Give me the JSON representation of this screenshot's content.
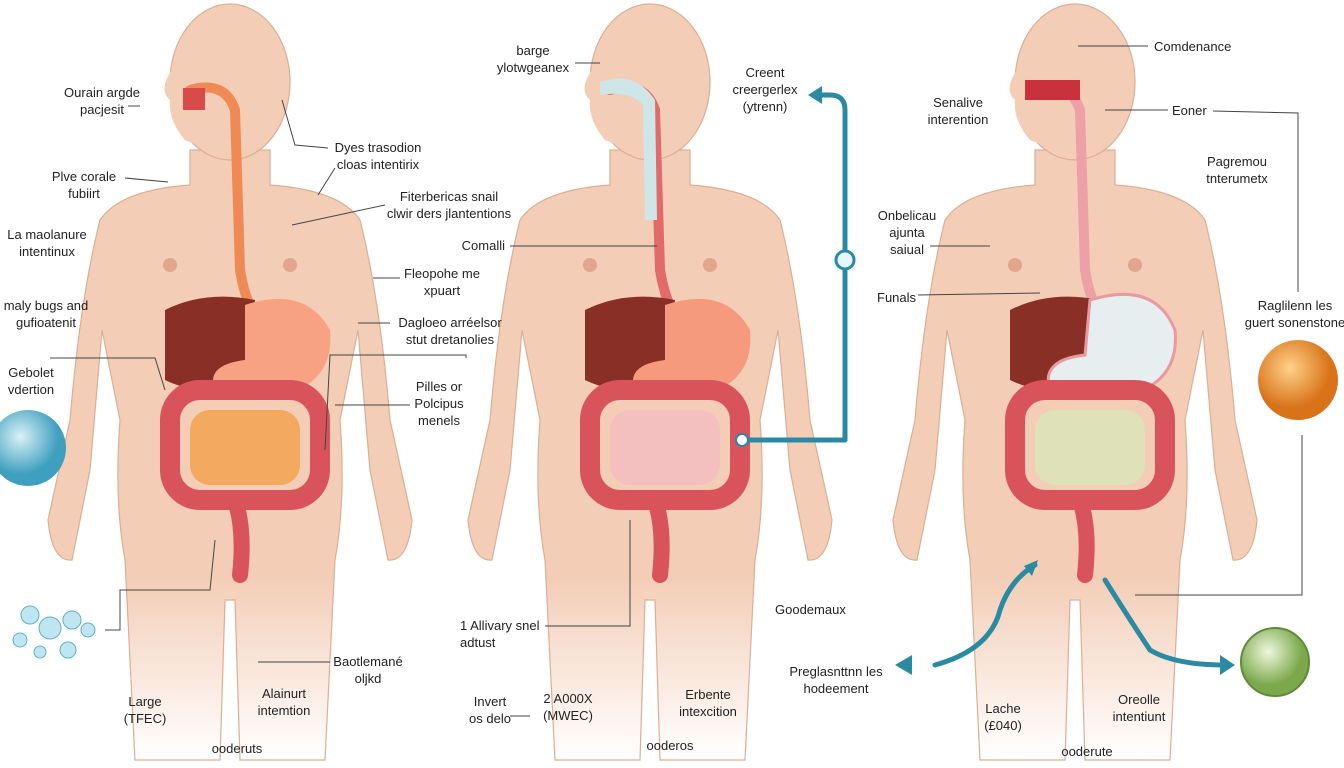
{
  "colors": {
    "skin": "#f3cdb6",
    "skin_edge": "#d9a68a",
    "colon": "#d9545a",
    "liver": "#8a2f26",
    "stomach": "#f59a80",
    "teal": "#2a8aa3"
  },
  "figure1": {
    "labels": [
      [
        "Ourain argde",
        "pacjesit"
      ],
      [
        "Dyes trasodion",
        "cloas intentirix"
      ],
      [
        "Plve corale",
        "fubiirt"
      ],
      [
        "Fiterbericas snail",
        "clwir ders jlantentions"
      ],
      [
        "La maolanure",
        "intentinux"
      ],
      [
        "maly bugs and",
        "gufioatenit"
      ],
      [
        "Fleopohe me",
        "xpuart"
      ],
      [
        "Dagloeo arréelsor",
        "stut dretanolies"
      ],
      [
        "Gebolet",
        "vdertion"
      ],
      [
        "Pilles or",
        "Polcipus",
        "menels"
      ],
      [
        "Baotlemané",
        "oljkd"
      ],
      [
        "Large",
        "(TFEC)"
      ],
      [
        "Alainurt",
        "intemtion"
      ]
    ],
    "caption": "ooderuts"
  },
  "figure2": {
    "labels": [
      [
        "barge",
        "ylotwgeanex"
      ],
      [
        "Creent",
        "creergerlex",
        "(ytrenn)"
      ],
      [
        "Comalli"
      ],
      [
        "1 Allivary snel",
        "adtust"
      ],
      [
        "Goodemaux"
      ],
      [
        "Invert",
        "os delo"
      ],
      [
        "2 A000X",
        "(MWEC)"
      ],
      [
        "Erbente",
        "intexcition"
      ]
    ],
    "caption": "ooderos"
  },
  "figure3": {
    "labels": [
      [
        "Comdenance"
      ],
      [
        "Senalive",
        "interention"
      ],
      [
        "Eoner"
      ],
      [
        "Pagremou",
        "tnterumetx"
      ],
      [
        "Onbelicau",
        "ajunta",
        "saiual"
      ],
      [
        "Funals"
      ],
      [
        "Raglilenn les",
        "guert sonenstone"
      ],
      [
        "Preglasnttnn les",
        "hodeement"
      ],
      [
        "Lache",
        "(£040)"
      ],
      [
        "Oreolle",
        "intentiunt"
      ]
    ],
    "caption": "ooderute"
  }
}
